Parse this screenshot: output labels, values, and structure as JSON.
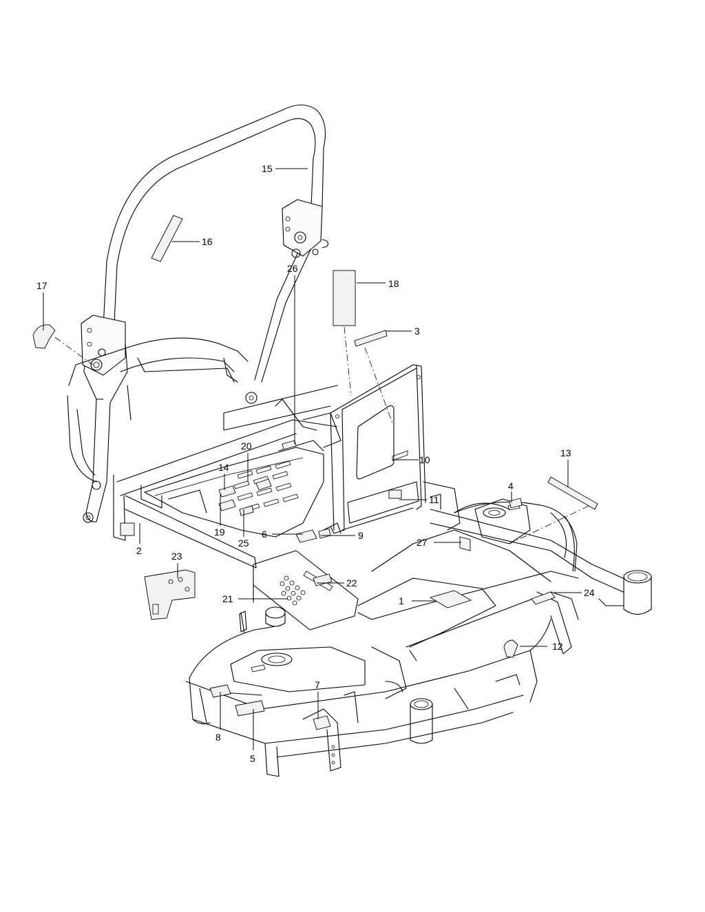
{
  "diagram": {
    "callouts": [
      {
        "id": "c1",
        "label": "1"
      },
      {
        "id": "c2",
        "label": "2"
      },
      {
        "id": "c3",
        "label": "3"
      },
      {
        "id": "c4",
        "label": "4"
      },
      {
        "id": "c5",
        "label": "5"
      },
      {
        "id": "c6",
        "label": "6"
      },
      {
        "id": "c7",
        "label": "7"
      },
      {
        "id": "c8",
        "label": "8"
      },
      {
        "id": "c9",
        "label": "9"
      },
      {
        "id": "c10",
        "label": "10"
      },
      {
        "id": "c11",
        "label": "11"
      },
      {
        "id": "c12",
        "label": "12"
      },
      {
        "id": "c13",
        "label": "13"
      },
      {
        "id": "c14",
        "label": "14"
      },
      {
        "id": "c15",
        "label": "15"
      },
      {
        "id": "c16",
        "label": "16"
      },
      {
        "id": "c17",
        "label": "17"
      },
      {
        "id": "c18",
        "label": "18"
      },
      {
        "id": "c19",
        "label": "19"
      },
      {
        "id": "c20",
        "label": "20"
      },
      {
        "id": "c21",
        "label": "21"
      },
      {
        "id": "c22",
        "label": "22"
      },
      {
        "id": "c23",
        "label": "23"
      },
      {
        "id": "c24",
        "label": "24"
      },
      {
        "id": "c25",
        "label": "25"
      },
      {
        "id": "c26",
        "label": "26"
      },
      {
        "id": "c27",
        "label": "27"
      }
    ]
  }
}
